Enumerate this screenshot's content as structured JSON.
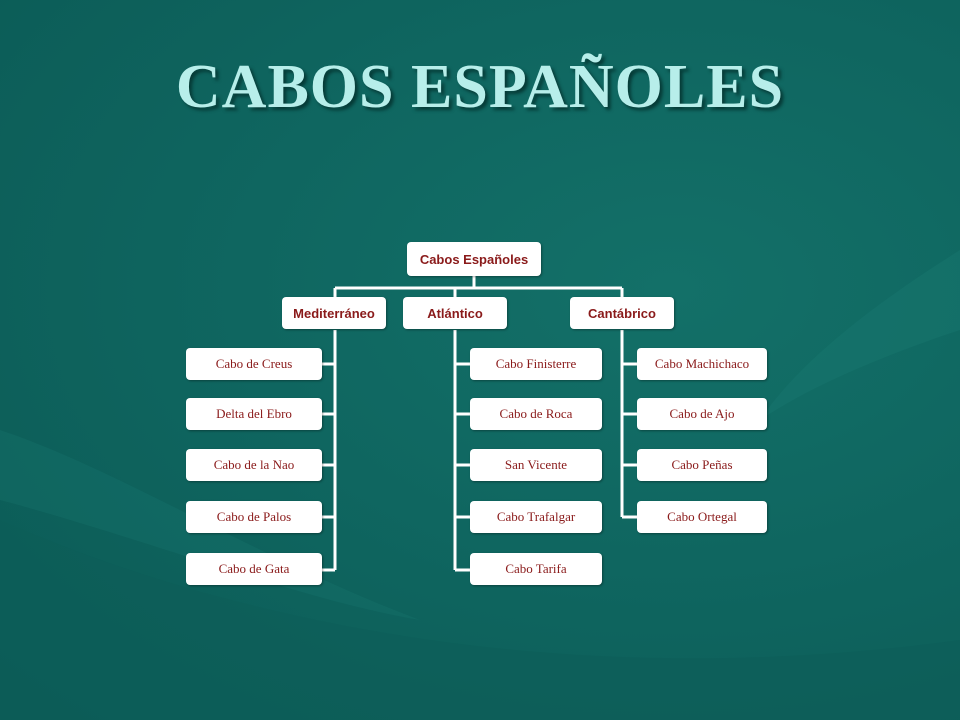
{
  "title": "CABOS ESPAÑOLES",
  "colors": {
    "background": "#0f6660",
    "title": "#b7eeea",
    "box_text": "#8a1a1a",
    "box_fill": "#ffffff",
    "connector": "#ffffff"
  },
  "root": {
    "label": "Cabos Españoles"
  },
  "branches": [
    {
      "label": "Mediterráneo",
      "items": [
        "Cabo de Creus",
        "Delta del Ebro",
        "Cabo de la Nao",
        "Cabo de Palos",
        "Cabo de Gata"
      ]
    },
    {
      "label": "Atlántico",
      "items": [
        "Cabo Finisterre",
        "Cabo de Roca",
        "San Vicente",
        "Cabo Trafalgar",
        "Cabo Tarifa"
      ]
    },
    {
      "label": "Cantábrico",
      "items": [
        "Cabo Machichaco",
        "Cabo de Ajo",
        "Cabo Peñas",
        "Cabo Ortegal"
      ]
    }
  ]
}
